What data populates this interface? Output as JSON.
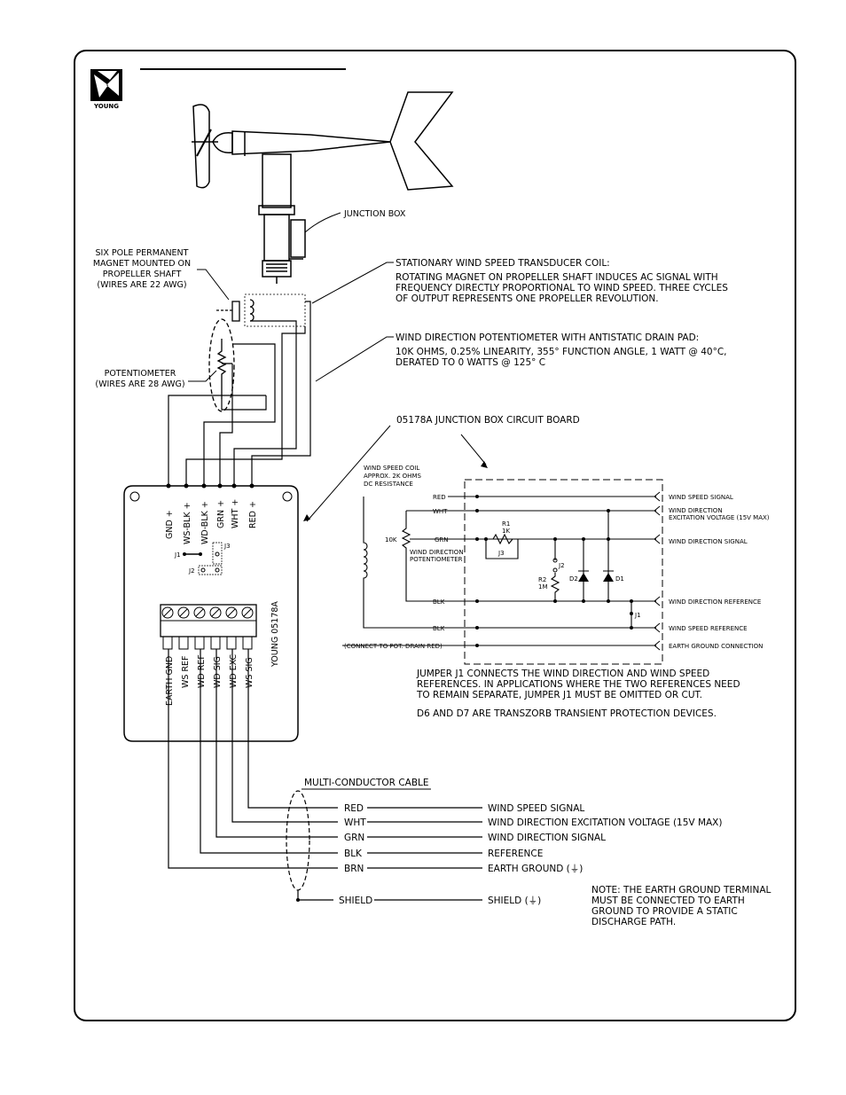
{
  "logo": {
    "text": "YOUNG"
  },
  "labels": {
    "junction_box": "JUNCTION BOX",
    "magnet": [
      "SIX POLE PERMANENT",
      "MAGNET MOUNTED ON",
      "PROPELLER SHAFT",
      "(WIRES ARE 22 AWG)"
    ],
    "potentiometer": [
      "POTENTIOMETER",
      "(WIRES ARE 28 AWG)"
    ],
    "coil_title": "STATIONARY WIND SPEED TRANSDUCER COIL:",
    "coil_desc": [
      "ROTATING MAGNET ON PROPELLER SHAFT INDUCES AC SIGNAL WITH",
      "FREQUENCY DIRECTLY PROPORTIONAL TO WIND SPEED.  THREE CYCLES",
      "OF OUTPUT REPRESENTS ONE PROPELLER REVOLUTION."
    ],
    "pot_title": "WIND DIRECTION POTENTIOMETER WITH ANTISTATIC DRAIN PAD:",
    "pot_desc": [
      "10K OHMS, 0.25% LINEARITY, 355° FUNCTION ANGLE, 1 WATT @ 40°C,",
      "DERATED TO 0 WATTS @ 125° C"
    ],
    "board_title": "05178A JUNCTION BOX CIRCUIT BOARD"
  },
  "board": {
    "top_terminals": [
      "GND +",
      "WS-BLK +",
      "WD-BLK +",
      "GRN +",
      "WHT +",
      "RED +"
    ],
    "j1": "J1",
    "j2": "J2",
    "j3": "J3",
    "model": "YOUNG 05178A",
    "bottom_terminals": [
      "EARTH GND",
      "WS REF",
      "WD REF",
      "WD SIG",
      "WD EXC",
      "WS SIG"
    ]
  },
  "schematic": {
    "coil_note": [
      "WIND SPEED COIL",
      "APPROX. 2K OHMS",
      "DC RESISTANCE"
    ],
    "pot_value": "10K",
    "pot_label": [
      "WIND DIRECTION",
      "POTENTIOMETER"
    ],
    "wires": [
      "RED",
      "WHT",
      "GRN",
      "BLK",
      "BLK"
    ],
    "drain_note": "(CONNECT TO POT. DRAIN  RED)",
    "r1": [
      "R1",
      "1K"
    ],
    "r2": [
      "R2",
      "1M"
    ],
    "j2": "J2",
    "j3": "J3",
    "j1": "J1",
    "d1": "D1",
    "d2": "D2",
    "outputs": [
      "WIND SPEED SIGNAL",
      "WIND DIRECTION",
      "EXCITATION VOLTAGE (15V MAX)",
      "WIND DIRECTION SIGNAL",
      "WIND DIRECTION REFERENCE",
      "WIND SPEED REFERENCE",
      "EARTH GROUND CONNECTION"
    ]
  },
  "notes": {
    "jumper": [
      "JUMPER J1 CONNECTS THE WIND DIRECTION AND WIND SPEED",
      "REFERENCES. IN APPLICATIONS WHERE THE TWO REFERENCES NEED",
      "TO REMAIN SEPARATE, JUMPER J1 MUST BE OMITTED OR CUT."
    ],
    "transzorb": "D6 AND D7 ARE TRANSZORB TRANSIENT PROTECTION DEVICES.",
    "earth": [
      "NOTE:  THE EARTH GROUND TERMINAL",
      "MUST BE CONNECTED TO EARTH",
      "GROUND TO PROVIDE A STATIC",
      "DISCHARGE PATH."
    ]
  },
  "cable": {
    "title": "MULTI-CONDUCTOR CABLE",
    "wires": [
      {
        "color": "RED",
        "function": "WIND SPEED SIGNAL"
      },
      {
        "color": "WHT",
        "function": "WIND DIRECTION EXCITATION VOLTAGE (15V MAX)"
      },
      {
        "color": "GRN",
        "function": "WIND DIRECTION SIGNAL"
      },
      {
        "color": "BLK",
        "function": "REFERENCE"
      },
      {
        "color": "BRN",
        "function": "EARTH GROUND (⏚)"
      }
    ],
    "shield": {
      "color": "SHIELD",
      "function": "SHIELD (⏚)"
    }
  }
}
